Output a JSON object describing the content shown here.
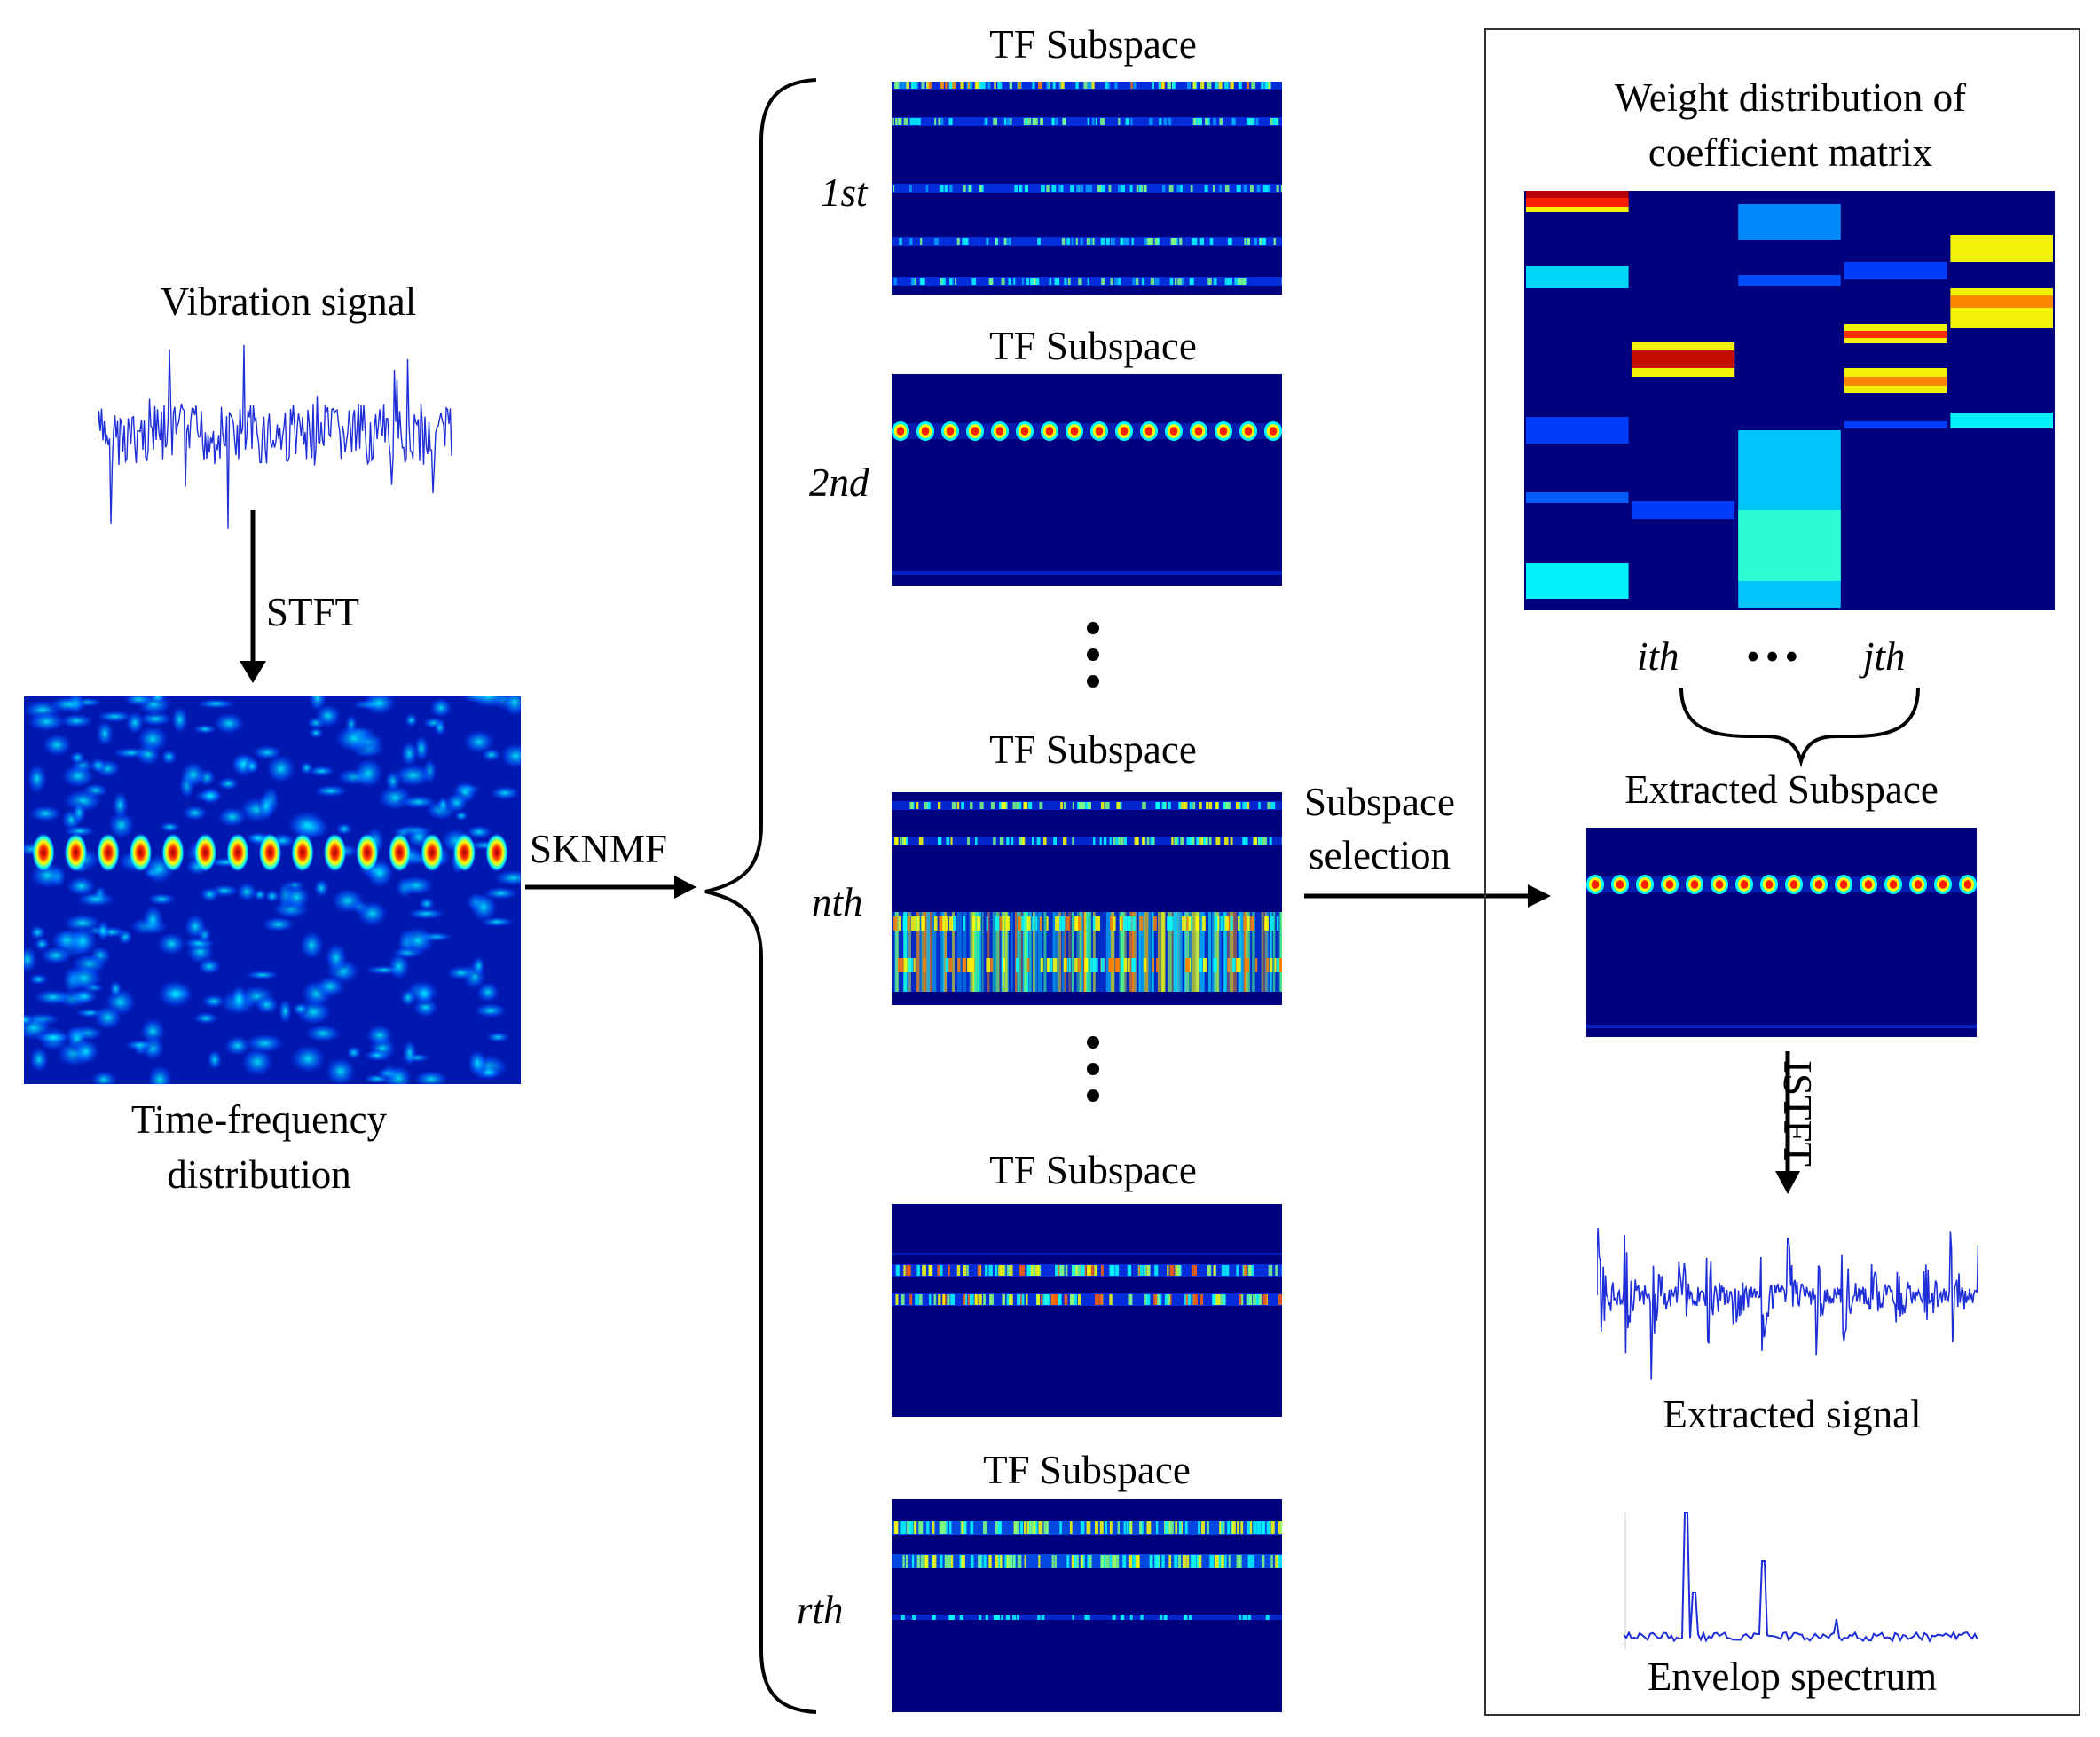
{
  "labels": {
    "vibration_signal": "Vibration signal",
    "stft": "STFT",
    "tf_distribution_line1": "Time-frequency",
    "tf_distribution_line2": "distribution",
    "sknmf": "SKNMF",
    "tf_subspace": "TF Subspace",
    "subspace_selection_line1": "Subspace",
    "subspace_selection_line2": "selection",
    "weight_title_line1": "Weight distribution of",
    "weight_title_line2": "coefficient matrix",
    "ith": "ith",
    "jth": "jth",
    "ellipsis": "•••",
    "extracted_subspace": "Extracted Subspace",
    "istft": "ISTFT",
    "extracted_signal": "Extracted signal",
    "envelope_spectrum": "Envelop spectrum"
  },
  "subspaces": [
    {
      "order": "1st"
    },
    {
      "order": "2nd"
    },
    {
      "order": "nth"
    },
    {
      "order": ""
    },
    {
      "order": "rth"
    }
  ],
  "colors": {
    "background": "#00007f",
    "jet_red": "#ff0000",
    "jet_yellow": "#ffff00",
    "jet_cyan": "#00ffff",
    "signal_blue": "#1f2fd8"
  }
}
